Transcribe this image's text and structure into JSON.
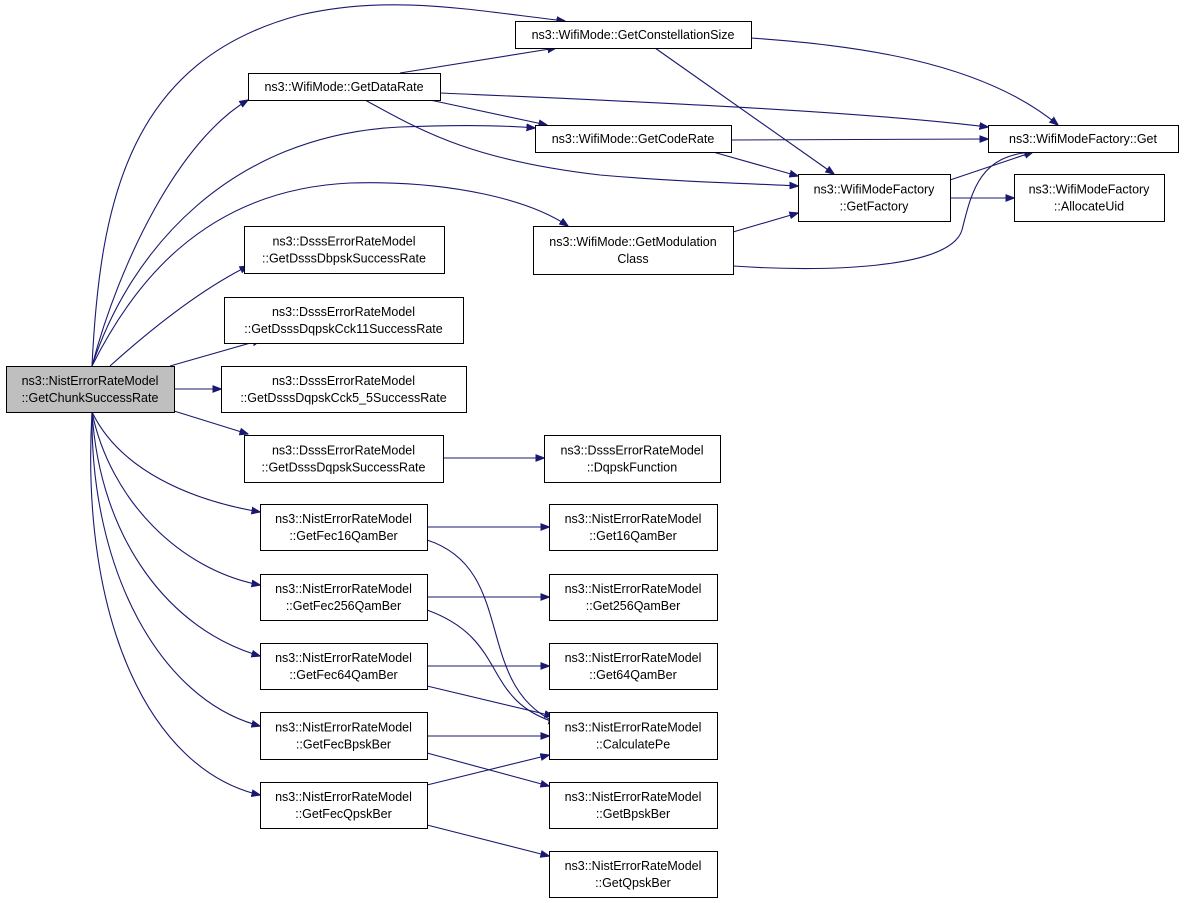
{
  "nodes": [
    {
      "id": "root",
      "lines": [
        "ns3::NistErrorRateModel",
        "::GetChunkSuccessRate"
      ],
      "highlight": true
    },
    {
      "id": "getConstellationSize",
      "lines": [
        "ns3::WifiMode::GetConstellationSize"
      ]
    },
    {
      "id": "getDataRate",
      "lines": [
        "ns3::WifiMode::GetDataRate"
      ]
    },
    {
      "id": "factoryGet",
      "lines": [
        "ns3::WifiModeFactory::Get"
      ]
    },
    {
      "id": "getCodeRate",
      "lines": [
        "ns3::WifiMode::GetCodeRate"
      ]
    },
    {
      "id": "getFactory",
      "lines": [
        "ns3::WifiModeFactory",
        "::GetFactory"
      ]
    },
    {
      "id": "allocateUid",
      "lines": [
        "ns3::WifiModeFactory",
        "::AllocateUid"
      ]
    },
    {
      "id": "getModulationClass",
      "lines": [
        "ns3::WifiMode::GetModulation",
        "Class"
      ]
    },
    {
      "id": "dbpsk",
      "lines": [
        "ns3::DsssErrorRateModel",
        "::GetDsssDbpskSuccessRate"
      ]
    },
    {
      "id": "cck11",
      "lines": [
        "ns3::DsssErrorRateModel",
        "::GetDsssDqpskCck11SuccessRate"
      ]
    },
    {
      "id": "cck55",
      "lines": [
        "ns3::DsssErrorRateModel",
        "::GetDsssDqpskCck5_5SuccessRate"
      ]
    },
    {
      "id": "dqpsk",
      "lines": [
        "ns3::DsssErrorRateModel",
        "::GetDsssDqpskSuccessRate"
      ]
    },
    {
      "id": "dqpskFunction",
      "lines": [
        "ns3::DsssErrorRateModel",
        "::DqpskFunction"
      ]
    },
    {
      "id": "fec16",
      "lines": [
        "ns3::NistErrorRateModel",
        "::GetFec16QamBer"
      ]
    },
    {
      "id": "get16",
      "lines": [
        "ns3::NistErrorRateModel",
        "::Get16QamBer"
      ]
    },
    {
      "id": "fec256",
      "lines": [
        "ns3::NistErrorRateModel",
        "::GetFec256QamBer"
      ]
    },
    {
      "id": "get256",
      "lines": [
        "ns3::NistErrorRateModel",
        "::Get256QamBer"
      ]
    },
    {
      "id": "fec64",
      "lines": [
        "ns3::NistErrorRateModel",
        "::GetFec64QamBer"
      ]
    },
    {
      "id": "get64",
      "lines": [
        "ns3::NistErrorRateModel",
        "::Get64QamBer"
      ]
    },
    {
      "id": "fecBpsk",
      "lines": [
        "ns3::NistErrorRateModel",
        "::GetFecBpskBer"
      ]
    },
    {
      "id": "calcPe",
      "lines": [
        "ns3::NistErrorRateModel",
        "::CalculatePe"
      ]
    },
    {
      "id": "fecQpsk",
      "lines": [
        "ns3::NistErrorRateModel",
        "::GetFecQpskBer"
      ]
    },
    {
      "id": "getBpsk",
      "lines": [
        "ns3::NistErrorRateModel",
        "::GetBpskBer"
      ]
    },
    {
      "id": "getQpsk",
      "lines": [
        "ns3::NistErrorRateModel",
        "::GetQpskBer"
      ]
    }
  ],
  "edges": [
    [
      "root",
      "getConstellationSize"
    ],
    [
      "root",
      "getDataRate"
    ],
    [
      "root",
      "getCodeRate"
    ],
    [
      "root",
      "getModulationClass"
    ],
    [
      "root",
      "dbpsk"
    ],
    [
      "root",
      "cck11"
    ],
    [
      "root",
      "cck55"
    ],
    [
      "root",
      "dqpsk"
    ],
    [
      "root",
      "fec16"
    ],
    [
      "root",
      "fec256"
    ],
    [
      "root",
      "fec64"
    ],
    [
      "root",
      "fecBpsk"
    ],
    [
      "root",
      "fecQpsk"
    ],
    [
      "getDataRate",
      "getConstellationSize"
    ],
    [
      "getDataRate",
      "factoryGet"
    ],
    [
      "getDataRate",
      "getCodeRate"
    ],
    [
      "getDataRate",
      "getFactory"
    ],
    [
      "getConstellationSize",
      "factoryGet"
    ],
    [
      "getConstellationSize",
      "getFactory"
    ],
    [
      "getCodeRate",
      "factoryGet"
    ],
    [
      "getCodeRate",
      "getFactory"
    ],
    [
      "getFactory",
      "factoryGet"
    ],
    [
      "getFactory",
      "allocateUid"
    ],
    [
      "getModulationClass",
      "getFactory"
    ],
    [
      "getModulationClass",
      "factoryGet"
    ],
    [
      "dqpsk",
      "dqpskFunction"
    ],
    [
      "fec16",
      "get16"
    ],
    [
      "fec16",
      "calcPe"
    ],
    [
      "fec256",
      "get256"
    ],
    [
      "fec256",
      "calcPe"
    ],
    [
      "fec64",
      "get64"
    ],
    [
      "fec64",
      "calcPe"
    ],
    [
      "fecBpsk",
      "calcPe"
    ],
    [
      "fecBpsk",
      "getBpsk"
    ],
    [
      "fecQpsk",
      "calcPe"
    ],
    [
      "fecQpsk",
      "getQpsk"
    ]
  ],
  "colors": {
    "edge": "#191970",
    "highlight_fill": "#bfbfbf",
    "node_fill": "#ffffff",
    "node_border": "#000000"
  }
}
